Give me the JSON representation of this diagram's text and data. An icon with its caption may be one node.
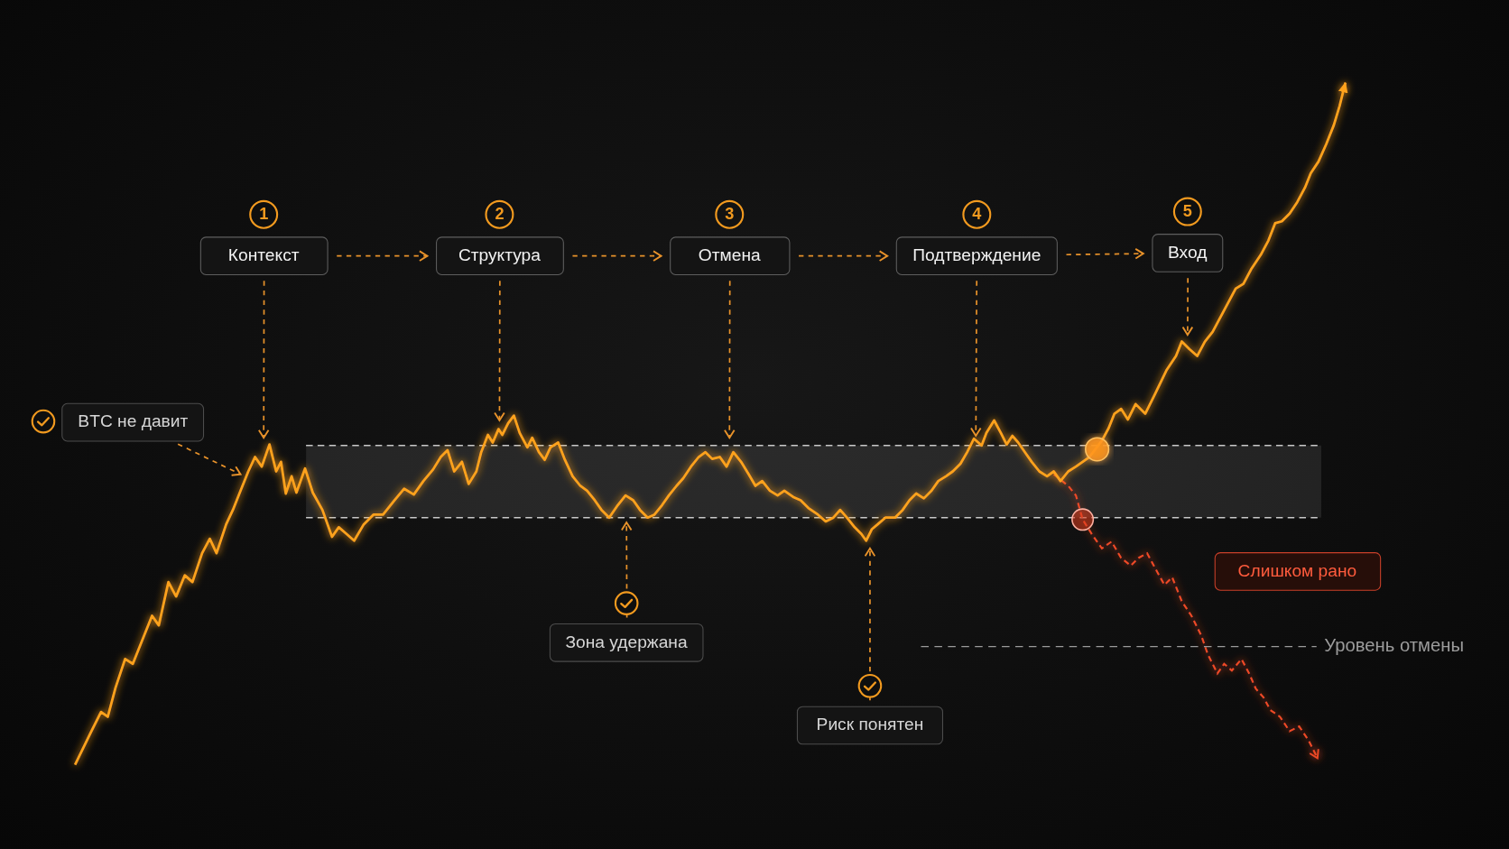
{
  "diagram": {
    "nodes": [
      {
        "text": [
          "Контекст"
        ],
        "beside": [
          "1"
        ]
      },
      {
        "text": [
          "Структура"
        ],
        "beside": [
          "2"
        ]
      },
      {
        "text": [
          "Отмена"
        ],
        "beside": [
          "3"
        ]
      },
      {
        "text": [
          "Подтверждение"
        ],
        "beside": [
          "4"
        ]
      },
      {
        "text": [
          "Вход"
        ],
        "beside": [
          "5"
        ]
      },
      {
        "text": [
          "BTC не давит"
        ]
      },
      {
        "text": [
          "Зона удержана"
        ]
      },
      {
        "text": [
          "Риск понятен"
        ]
      },
      {
        "text": [
          "Слишком рано"
        ]
      }
    ],
    "edges": [
      {
        "from": 0,
        "to": 1,
        "arrow": "to",
        "style": "dashed"
      },
      {
        "from": 1,
        "to": 2,
        "arrow": "to",
        "style": "dashed"
      },
      {
        "from": 2,
        "to": 3,
        "arrow": "to",
        "style": "dashed"
      },
      {
        "from": 3,
        "to": 4,
        "arrow": "to",
        "style": "dashed"
      },
      {
        "from": 0,
        "to": null,
        "arrow": "to",
        "style": "dashed"
      },
      {
        "from": 1,
        "to": null,
        "arrow": "to",
        "style": "dashed"
      },
      {
        "from": 2,
        "to": null,
        "arrow": "to",
        "style": "dashed"
      },
      {
        "from": 3,
        "to": null,
        "arrow": "to",
        "style": "dashed"
      },
      {
        "from": 4,
        "to": null,
        "arrow": "to",
        "style": "dashed"
      },
      {
        "from": 5,
        "to": null,
        "arrow": "to",
        "style": "dashed"
      },
      {
        "from": 6,
        "to": null,
        "arrow": "to",
        "style": "dashed"
      },
      {
        "from": 7,
        "to": null,
        "arrow": "to",
        "style": "dashed"
      }
    ],
    "labels": [
      "Уровень отмены"
    ]
  }
}
